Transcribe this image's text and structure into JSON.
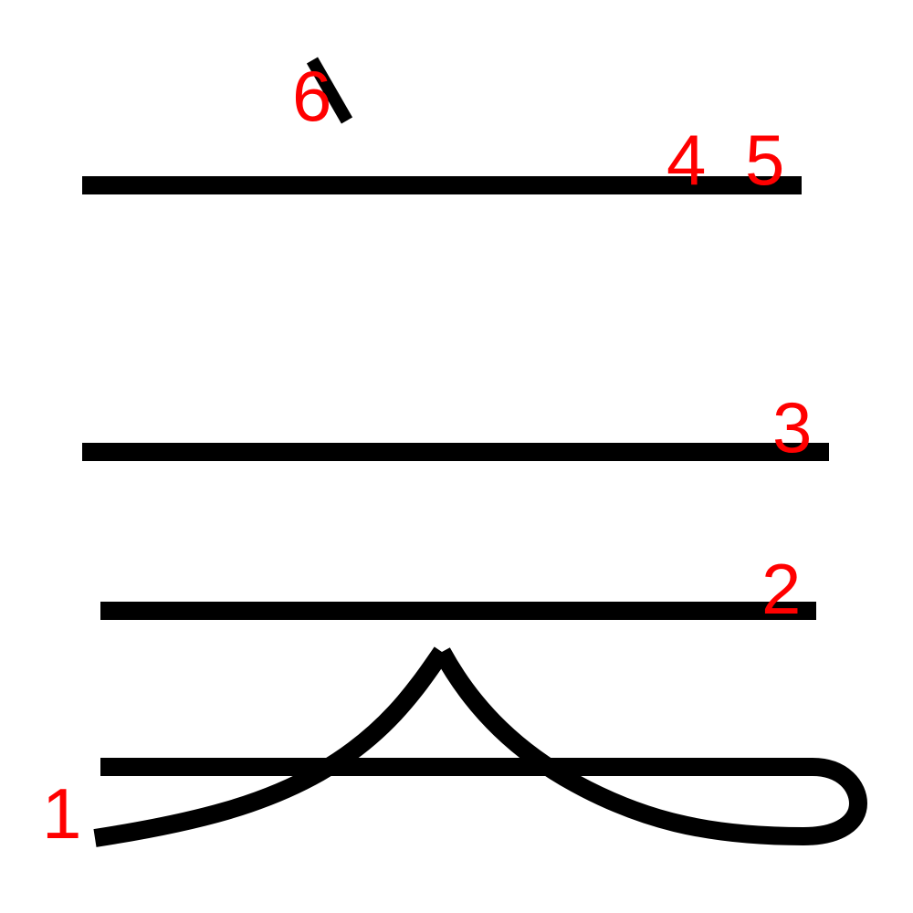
{
  "colors": {
    "background": "#ffffff",
    "stroke": "#000000",
    "label": "#ff0000"
  },
  "stroke_order_labels": {
    "label_1": "1",
    "label_2": "2",
    "label_3": "3",
    "label_4": "4",
    "label_5": "5",
    "label_6": "6"
  }
}
